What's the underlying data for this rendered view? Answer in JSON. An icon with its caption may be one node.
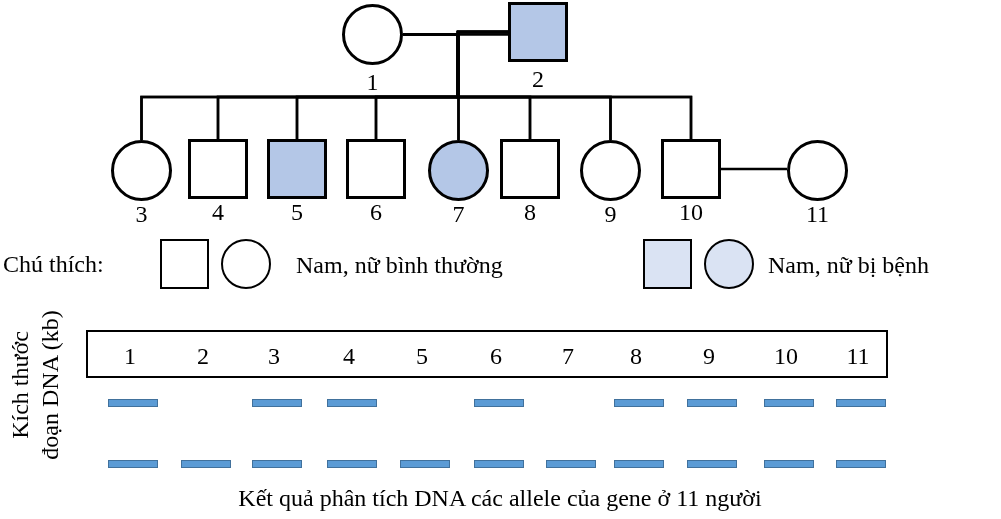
{
  "diagram": {
    "caption": "Kết quả phân tích DNA các allele của gene ở 11 người",
    "nodes": [
      {
        "text": [],
        "shape": "circle",
        "beside": [
          "1"
        ]
      },
      {
        "text": [],
        "shape": "box",
        "beside": [
          "2"
        ]
      },
      {
        "text": [],
        "shape": "circle",
        "beside": [
          "3"
        ]
      },
      {
        "text": [],
        "shape": "box",
        "beside": [
          "4"
        ]
      },
      {
        "text": [],
        "shape": "box",
        "beside": [
          "5"
        ]
      },
      {
        "text": [],
        "shape": "box",
        "beside": [
          "6"
        ]
      },
      {
        "text": [],
        "shape": "circle",
        "beside": [
          "7"
        ]
      },
      {
        "text": [],
        "shape": "box",
        "beside": [
          "8"
        ]
      },
      {
        "text": [],
        "shape": "circle",
        "beside": [
          "9"
        ]
      },
      {
        "text": [],
        "shape": "box",
        "beside": [
          "10"
        ]
      },
      {
        "text": [],
        "shape": "circle",
        "beside": [
          "11"
        ]
      },
      {
        "text": [
          "1",
          "2",
          "3",
          "4",
          "5",
          "6",
          "7",
          "8",
          "9",
          "10",
          "11"
        ]
      },
      {
        "text": [],
        "shape": "bar"
      },
      {
        "text": [],
        "shape": "bar"
      },
      {
        "text": [],
        "shape": "bar"
      },
      {
        "text": [],
        "shape": "bar"
      },
      {
        "text": [],
        "shape": "bar"
      },
      {
        "text": [],
        "shape": "bar"
      },
      {
        "text": [],
        "shape": "bar"
      },
      {
        "text": [],
        "shape": "bar"
      },
      {
        "text": [],
        "shape": "bar"
      },
      {
        "text": [],
        "shape": "bar"
      },
      {
        "text": [],
        "shape": "bar"
      },
      {
        "text": [],
        "shape": "bar"
      },
      {
        "text": [],
        "shape": "bar"
      },
      {
        "text": [],
        "shape": "bar"
      },
      {
        "text": [],
        "shape": "bar"
      },
      {
        "text": [],
        "shape": "bar"
      },
      {
        "text": [],
        "shape": "bar"
      },
      {
        "text": [],
        "shape": "bar"
      },
      {
        "text": [],
        "shape": "bar"
      }
    ],
    "edges": [
      {
        "from": 0,
        "to": 1,
        "arrow": "none"
      },
      {
        "from": 0,
        "to": 2,
        "arrow": "none"
      },
      {
        "from": 0,
        "to": 3,
        "arrow": "none"
      },
      {
        "from": 0,
        "to": 4,
        "arrow": "none"
      },
      {
        "from": 0,
        "to": 5,
        "arrow": "none"
      },
      {
        "from": 0,
        "to": 6,
        "arrow": "none"
      },
      {
        "from": 0,
        "to": 7,
        "arrow": "none"
      },
      {
        "from": 0,
        "to": 8,
        "arrow": "none"
      },
      {
        "from": 0,
        "to": 9,
        "arrow": "none"
      },
      {
        "from": 1,
        "to": 2,
        "arrow": "none"
      },
      {
        "from": 1,
        "to": 3,
        "arrow": "none"
      },
      {
        "from": 1,
        "to": 4,
        "arrow": "none"
      },
      {
        "from": 1,
        "to": 5,
        "arrow": "none"
      },
      {
        "from": 1,
        "to": 6,
        "arrow": "none"
      },
      {
        "from": 1,
        "to": 7,
        "arrow": "none"
      },
      {
        "from": 1,
        "to": 8,
        "arrow": "none"
      },
      {
        "from": 1,
        "to": 9,
        "arrow": "none"
      },
      {
        "from": 9,
        "to": 10,
        "arrow": "none"
      }
    ],
    "labels": [
      "Chú thích:",
      "Kích thước đoạn DNA (kb)"
    ],
    "legend": [
      {
        "text": "Nam, nữ bình thường"
      },
      {
        "text": "Nam, nữ bị bệnh",
        "color": "#dae3f3"
      }
    ]
  }
}
